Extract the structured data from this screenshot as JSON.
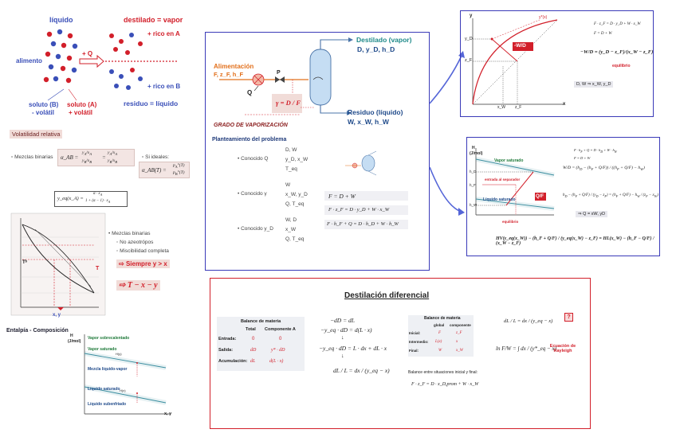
{
  "colors": {
    "accent_blue": "#3a4fb8",
    "accent_red": "#d21f2a",
    "orange": "#e2701c",
    "highlight": "#f1dcd8"
  },
  "top_left": {
    "liquido": "líquido",
    "destilado": "destilado = vapor",
    "rico_a": "+ rico en A",
    "alimento": "alimento",
    "q": "+ Q",
    "rico_b": "+ rico en B",
    "residuo": "residuo = líquido",
    "soluto_b": "soluto (B)",
    "menos_volatil": "- volátil",
    "soluto_a": "soluto (A)",
    "mas_volatil": "+ volátil"
  },
  "volatilidad": {
    "title": "Volatilidad relativa",
    "mezclas": "Mezclas binarias",
    "si_ideales": "Si ideales:",
    "alpha_ab": "α_AB =",
    "alpha_t": "α_AB(T) =",
    "yeq": "y_eq(x_A) ="
  },
  "txy": {
    "bullets": [
      "Mezclas binarias",
      "No azeotrópos",
      "Miscibilidad completa"
    ],
    "siempre": "Siempre y  > x",
    "txy": "T − x − y",
    "label_t": "T",
    "label_tb": "Tᵇ",
    "xaxis": "x, y",
    "entalpia": "Entalpía - Composición"
  },
  "hxy_small": {
    "axis_h": "H",
    "axis_unit": "(J/mol)",
    "vapor_sobre": "Vapor sobrecalentado",
    "vapor_sat": "Vapor saturado",
    "mezcla": "Mezcla líquido-vapor",
    "liq_sat": "Líquido saturado",
    "liq_sub": "Líquido subenfriado",
    "xaxis": "x, y",
    "hv": "H(y)",
    "hl": "H(x)"
  },
  "center": {
    "alimentacion": "Alimentación",
    "alim_vars": "F, z_F, h_F",
    "q": "Q",
    "p": "P",
    "destilado": "Destilado (vapor)",
    "dest_vars": "D, y_D, h_D",
    "residuo": "Residuo (líquido)",
    "res_vars": "W, x_W, h_W",
    "gamma": "γ = D / F",
    "grado": "GRADO DE VAPORIZACIÓN",
    "planteamiento": "Planteamiento del problema",
    "conocido_q": "Conocido Q",
    "conocido_g": "Conocido γ",
    "conocido_hd": "Conocido y_D",
    "list_q": [
      "D, W",
      "y_D, x_W",
      "T_eq"
    ],
    "list_g": [
      "W",
      "x_W, y_D",
      "Q, T_eq"
    ],
    "list_hd": [
      "W, D",
      "x_W",
      "Q, T_eq"
    ],
    "eq1": "F = D + W",
    "eq2": "F · z_F = D · y_D + W · x_W",
    "eq3": "F · h_F + Q = D · h_D + W · h_W"
  },
  "ychart": {
    "y": "y",
    "x": "x",
    "yd": "y_D",
    "zf": "z_F",
    "xw": "x_W",
    "wd": "-W/D",
    "yeq": "y*(x)",
    "equilibrio": "equilibrio",
    "eqs": [
      "F · z_F = D · y_D + W · x_W",
      "F = D + W"
    ],
    "w_over_d": "−W/D = (y_D − z_F)/(x_W − z_F)",
    "known": "D, W ⇒ x_W, y_D"
  },
  "hchart": {
    "h": "H",
    "unit": "(J/mol)",
    "vapor_sat": "Vapor saturado",
    "entrada": "entrada al separador",
    "liq_sat": "Líquido saturado",
    "qf": "Q/F",
    "hv": "h_D",
    "hf": "h_F",
    "hw": "h_W",
    "equilibrio": "equilibrio",
    "q_known": "⇒ Q = xW, yD",
    "bottom": "HV(y_eq(x_W)) − (h_F + Q/F) / (y_eq(x_W) − z_F) = HL(x_W) − (h_F − Q/F) / (x_W − z_F)"
  },
  "diferencial": {
    "title": "Destilación diferencial",
    "bm_title": "Balance de materia",
    "col_total": "Total",
    "col_comp": "Componente A",
    "rows": [
      [
        "Entrada:",
        "0",
        "0"
      ],
      [
        "Salida:",
        "dD",
        "y* · dD"
      ],
      [
        "Acumulación:",
        "dL",
        "d(L · x)"
      ]
    ],
    "eq_a": "−dD = dL",
    "eq_b": "−y_eq · dD = d(L · x)",
    "eq_c": "−y_eq · dD = L · dx + dL · x",
    "eq_d": "dL / L = dx / (y_eq − x)",
    "bm2_title": "Balance de materia",
    "bm2_cols": [
      "global",
      "componente"
    ],
    "bm2_rows": [
      [
        "Inicial:",
        "F",
        "z_F"
      ],
      [
        "Intermedio:",
        "L(x)",
        "x"
      ],
      [
        "Final:",
        "W",
        "x_W"
      ]
    ],
    "entre": "Balance entre situaciones inicial y final:",
    "eq_entre": "F · z_F = D · x_D,prom + W · x_W",
    "eq_r1": "dL / L = dx / (y_eq − x)",
    "eq_r2": "ln F/W = ∫ dx / (y*_eq − x)",
    "rayleigh": "Ecuación de Rayleigh",
    "q_icon": "?"
  }
}
